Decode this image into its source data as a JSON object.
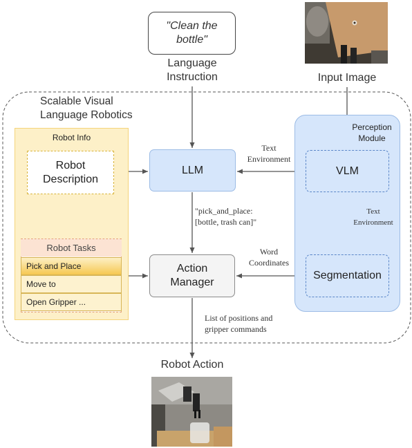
{
  "instruction": {
    "text": "\"Clean the bottle\"",
    "caption_line1": "Language",
    "caption_line2": "Instruction"
  },
  "input_image": {
    "caption": "Input Image"
  },
  "system": {
    "title_line1": "Scalable Visual",
    "title_line2": "Language Robotics"
  },
  "robot_info": {
    "title": "Robot Info",
    "description_line1": "Robot",
    "description_line2": "Description",
    "tasks_title": "Robot Tasks",
    "tasks": [
      "Pick and Place",
      "Move to",
      "Open Gripper ..."
    ]
  },
  "llm": {
    "label": "LLM"
  },
  "action_manager": {
    "line1": "Action",
    "line2": "Manager"
  },
  "perception": {
    "title_line1": "Perception",
    "title_line2": "Module",
    "vlm": "VLM",
    "segmentation": "Segmentation"
  },
  "edges": {
    "vlm_to_llm_line1": "Text",
    "vlm_to_llm_line2": "Environment",
    "vlm_to_seg_line1": "Text",
    "vlm_to_seg_line2": "Environment",
    "seg_to_am_line1": "Word",
    "seg_to_am_line2": "Coordinates",
    "llm_output_line1": "\"pick_and_place:",
    "llm_output_line2": "[bottle, trash can]\"",
    "am_output_line1": "List of positions and",
    "am_output_line2": "gripper commands"
  },
  "robot_action": {
    "caption": "Robot Action"
  },
  "colors": {
    "llm_fill": "#d6e6fb",
    "robot_info_fill": "#fdf0c8",
    "tasks_header": "#fce3d3",
    "task_highlight": "#f6c852"
  }
}
